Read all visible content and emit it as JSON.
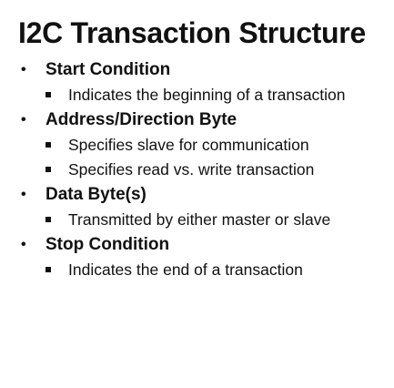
{
  "title": "I2C Transaction Structure",
  "sections": [
    {
      "heading": "Start Condition",
      "items": [
        "Indicates the beginning of a transaction"
      ]
    },
    {
      "heading": "Address/Direction Byte",
      "items": [
        "Specifies slave for communication",
        "Specifies read vs. write transaction"
      ]
    },
    {
      "heading": "Data Byte(s)",
      "items": [
        "Transmitted by either master or slave"
      ]
    },
    {
      "heading": "Stop Condition",
      "items": [
        "Indicates the end of a transaction"
      ]
    }
  ]
}
